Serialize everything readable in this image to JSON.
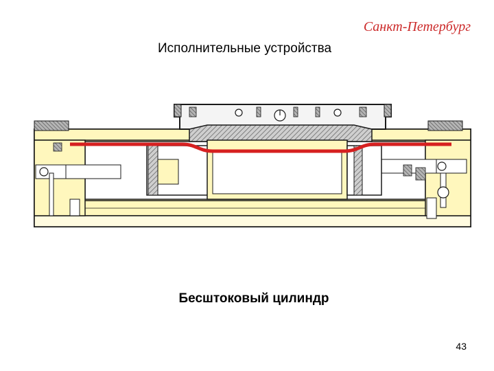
{
  "header": {
    "city": "Санкт-Петербург",
    "section_title": "Исполнительные устройства"
  },
  "figure": {
    "caption": "Бесштоковый цилиндр",
    "colors": {
      "body_fill": "#fff7bd",
      "outline": "#1a1a1a",
      "seal_band": "#d62020",
      "piston_shading": "#8a8a8a",
      "grey_cap": "#bdbdbd"
    }
  },
  "footer": {
    "page_number": "43"
  }
}
